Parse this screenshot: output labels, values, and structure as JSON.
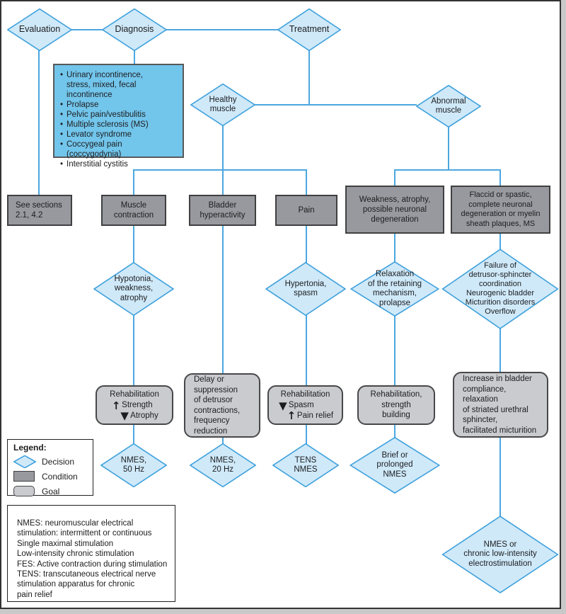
{
  "palette": {
    "line_blue": "#4BA7E0",
    "decision_fill": "#CFE9F9",
    "decision_stroke": "#3DA0DC",
    "info_box_fill": "#72C5EB",
    "condition_fill": "#97999E",
    "condition_border": "#404042",
    "goal_fill": "#C9CBCE",
    "text": "#1D1D1F"
  },
  "decisions": {
    "evaluation": {
      "label": "Evaluation"
    },
    "diagnosis": {
      "label": "Diagnosis"
    },
    "treatment": {
      "label": "Treatment"
    },
    "healthy_muscle": {
      "label": "Healthy\nmuscle"
    },
    "abnormal_muscle": {
      "label": "Abnormal\nmuscle"
    },
    "hypotonia": {
      "label": "Hypotonia,\nweakness,\natrophy"
    },
    "hypertonia": {
      "label": "Hypertonia,\nspasm"
    },
    "relaxation": {
      "label": "Relaxation\nof the retaining\nmechanism,\nprolapse"
    },
    "failure": {
      "label": "Failure of\ndetrusor-sphincter\ncoordination\nNeurogenic bladder\nMicturition disorders\nOverflow"
    },
    "nmes_50": {
      "label": "NMES,\n50 Hz"
    },
    "nmes_20": {
      "label": "NMES,\n20 Hz"
    },
    "tens_nmes": {
      "label": "TENS\nNMES"
    },
    "brief_nmes": {
      "label": "Brief or\nprolonged\nNMES"
    },
    "nmes_chronic": {
      "label": "NMES or\nchronic low-intensity\nelectrostimulation"
    }
  },
  "conditions": {
    "see_sections": {
      "label": "See sections\n2.1, 4.2"
    },
    "muscle_contraction": {
      "label": "Muscle\ncontraction"
    },
    "bladder_hyperactivity": {
      "label": "Bladder\nhyperactivity"
    },
    "pain": {
      "label": "Pain"
    },
    "weakness": {
      "label": "Weakness, atrophy,\npossible neuronal\ndegeneration"
    },
    "flaccid": {
      "label": "Flaccid or spastic,\ncomplete neuronal\ndegeneration or myelin\nsheath plaques, MS"
    }
  },
  "goals": {
    "rehab_strength": {
      "title": "Rehabilitation",
      "rows": [
        {
          "arrow": "↑",
          "text": "Strength"
        },
        {
          "arrow": "▼",
          "text": "Atrophy"
        }
      ]
    },
    "delay": {
      "label": "Delay or\nsuppression\nof detrusor\ncontractions,\nfrequency\nreduction"
    },
    "rehab_spasm": {
      "title": "Rehabilitation",
      "rows": [
        {
          "arrow": "▼",
          "text": "Spasm"
        },
        {
          "arrow": "↑",
          "text": "Pain relief"
        }
      ]
    },
    "rehab_building": {
      "label": "Rehabilitation,\nstrength\nbuilding"
    },
    "increase": {
      "label": "Increase in bladder\ncompliance, relaxation\nof striated urethral\nsphincter,\nfacilitated micturition"
    }
  },
  "diagnosis_list": {
    "bullet": "•",
    "items": [
      {
        "text": "Urinary incontinence,\nstress, mixed, fecal\nincontinence"
      },
      {
        "text": "Prolapse"
      },
      {
        "text": "Pelvic pain/vestibulitis"
      },
      {
        "text": "Multiple sclerosis (MS)"
      },
      {
        "text": "Levator syndrome"
      },
      {
        "text": "Coccygeal pain (coccygodynia)"
      },
      {
        "text": "Interstitial cystitis"
      }
    ]
  },
  "legend": {
    "title": "Legend:",
    "items": [
      {
        "label": "Decision"
      },
      {
        "label": "Condition"
      },
      {
        "label": "Goal"
      }
    ]
  },
  "footnote": "NMES: neuromuscular electrical\nstimulation: intermittent or continuous\nSingle maximal stimulation\nLow-intensity chronic stimulation\nFES: Active contraction during stimulation\nTENS: transcutaneous electrical nerve\nstimulation apparatus for chronic\npain relief"
}
